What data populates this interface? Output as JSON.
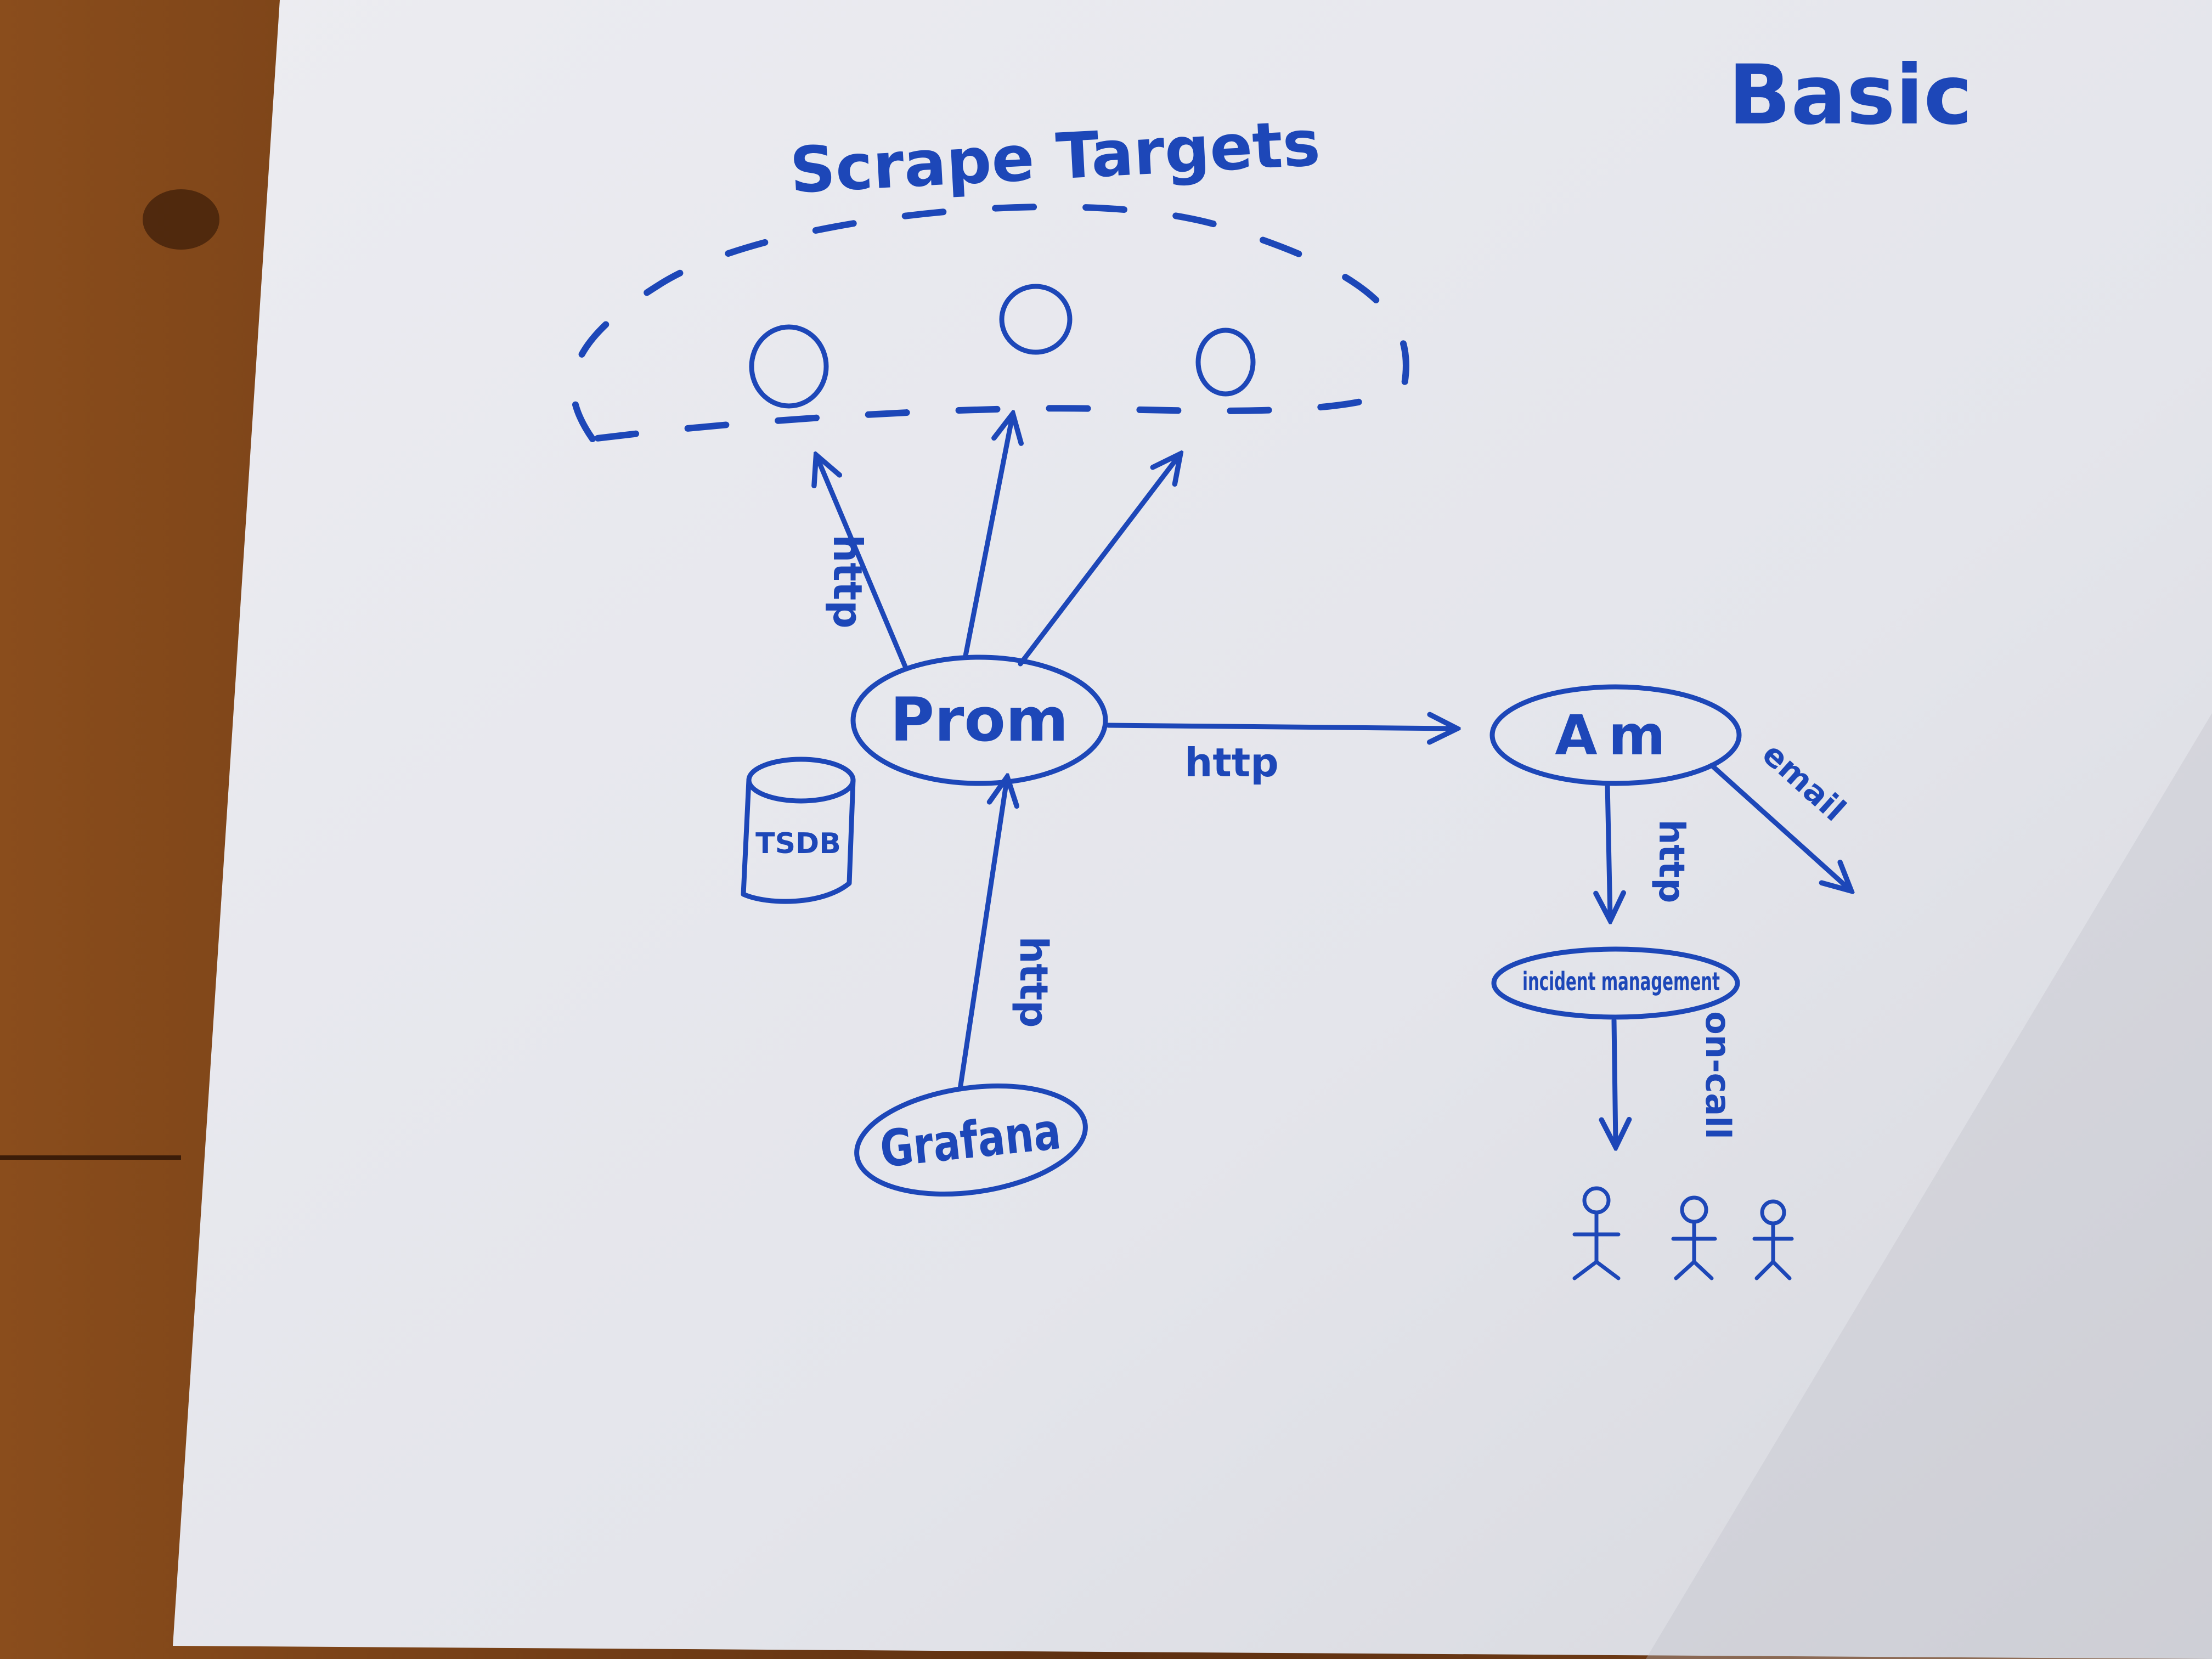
{
  "sheet": {
    "title": "Basic",
    "scrape_targets_label": "Scrape Targets"
  },
  "nodes": {
    "prometheus": "Prom",
    "tsdb": "TSDB",
    "alertmanager": "Am",
    "grafana": "Grafana",
    "incident_manager": "incident management"
  },
  "edges": {
    "prom_to_targets": "http",
    "prom_to_am": "http",
    "grafana_to_prom": "http",
    "am_to_incident": "http",
    "am_to_email": "email",
    "incident_to_people": "on-call"
  },
  "colors": {
    "ink": "#1d47b8",
    "paper": "#e6e7ec",
    "wood": "#6e3c17"
  },
  "icons": {
    "database": "cylinder-icon",
    "person": "stick-figure-icon",
    "target": "circle-icon"
  }
}
